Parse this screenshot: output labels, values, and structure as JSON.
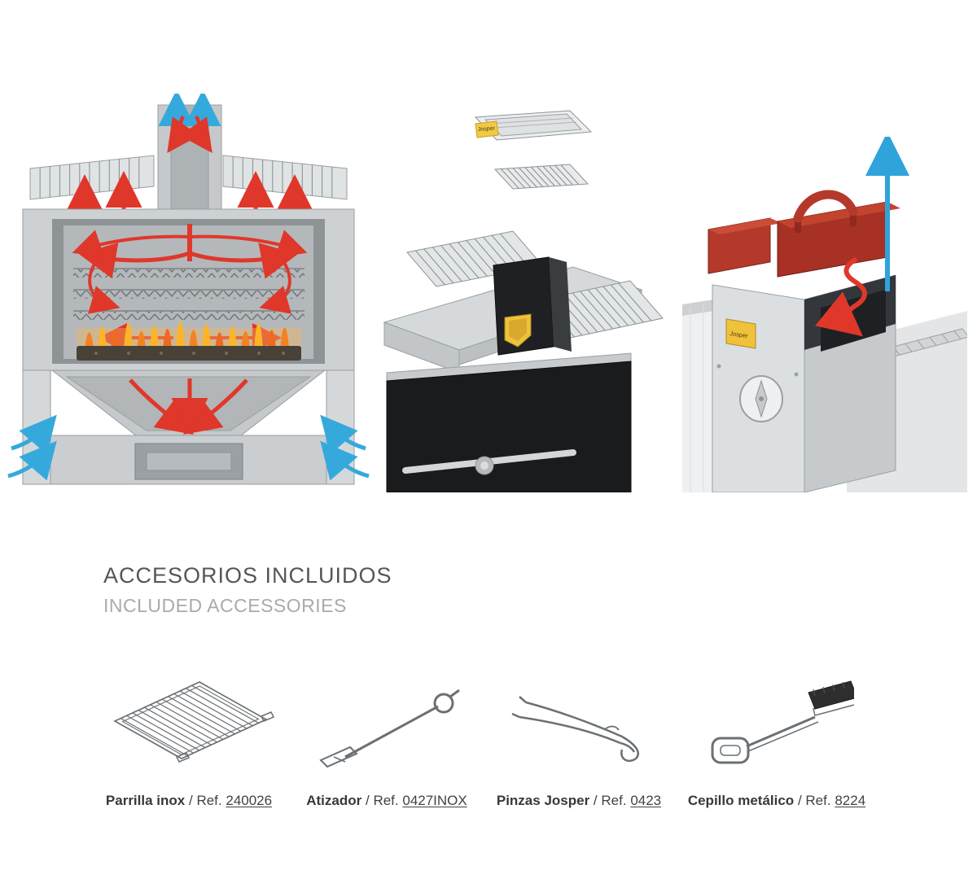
{
  "brand": {
    "badge": "Josper"
  },
  "gallery": {
    "items": [
      {
        "icon": "oven-airflow-cutaway-illustration"
      },
      {
        "icon": "oven-exploded-parts-illustration"
      },
      {
        "icon": "oven-top-detail-illustration"
      }
    ]
  },
  "accessories": {
    "title": "ACCESORIOS INCLUIDOS",
    "subtitle": "INCLUDED ACCESSORIES",
    "items": [
      {
        "name": "Parrilla inox",
        "sep": "/",
        "ref_label": "Ref.",
        "ref_value": "240026",
        "icon": "grill-grate-icon"
      },
      {
        "name": "Atizador",
        "sep": "/",
        "ref_label": "Ref.",
        "ref_value": "0427INOX",
        "icon": "poker-icon"
      },
      {
        "name": "Pinzas Josper",
        "sep": "/",
        "ref_label": "Ref.",
        "ref_value": "0423",
        "icon": "tongs-icon"
      },
      {
        "name": "Cepillo metálico",
        "sep": "/",
        "ref_label": "Ref.",
        "ref_value": "8224",
        "icon": "wire-brush-icon"
      }
    ]
  }
}
